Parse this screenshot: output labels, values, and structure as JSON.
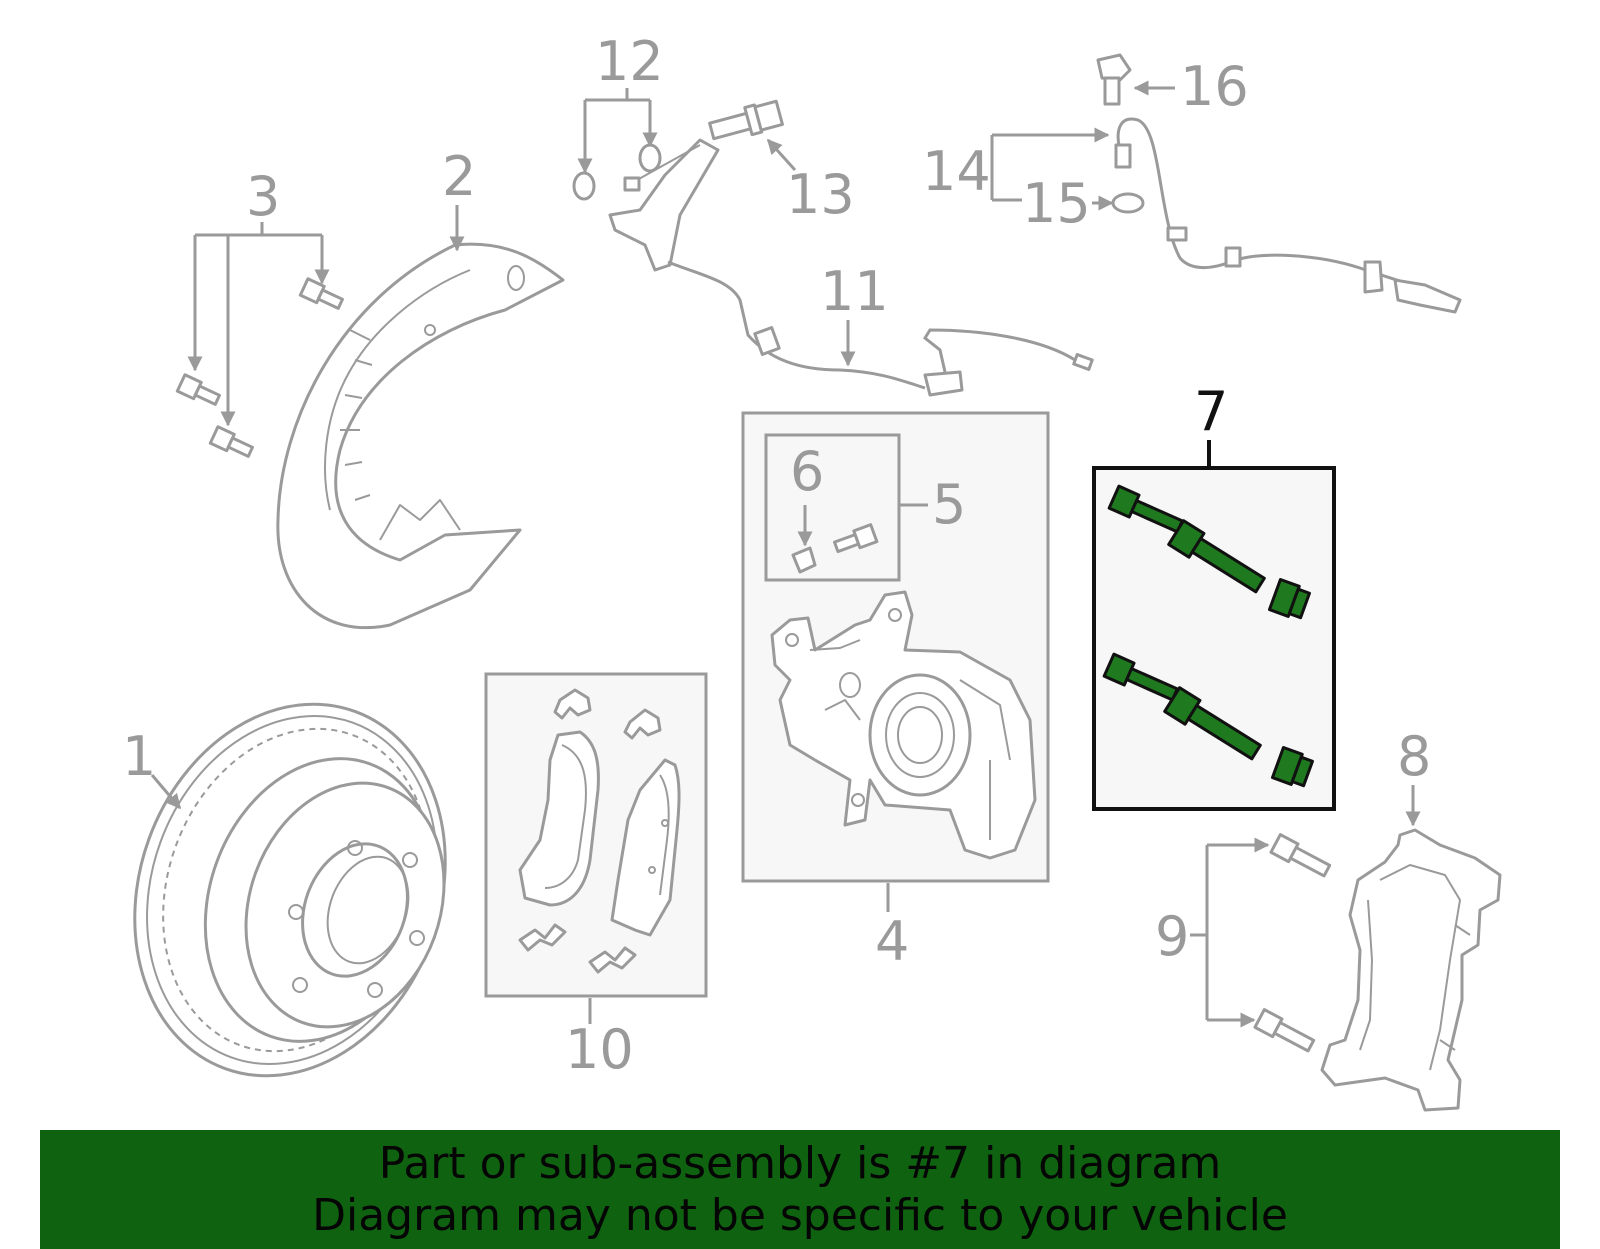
{
  "colors": {
    "line_art": "#9a9a9a",
    "highlight_part": "#1f7a1f",
    "highlight_outline": "#111111",
    "banner_background": "#0f620f",
    "banner_text": "#050505"
  },
  "highlighted_part": "7",
  "callouts": [
    "1",
    "2",
    "3",
    "4",
    "5",
    "6",
    "7",
    "8",
    "9",
    "10",
    "11",
    "12",
    "13",
    "14",
    "15",
    "16"
  ],
  "banner": {
    "line1": "Part or sub-assembly is #7 in diagram",
    "line2": "Diagram may not be specific to your vehicle"
  }
}
